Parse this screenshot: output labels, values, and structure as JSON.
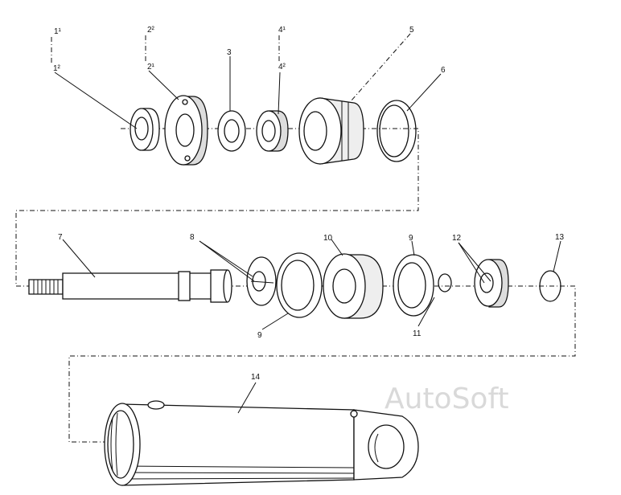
{
  "watermark": "AutoSoft",
  "labels": {
    "l1a": "1¹",
    "l1b": "1²",
    "l2a": "2²",
    "l2b": "2¹",
    "l3": "3",
    "l4a": "4¹",
    "l4b": "4²",
    "l5": "5",
    "l6": "6",
    "l7": "7",
    "l8": "8",
    "l9a": "9",
    "l9b": "9",
    "l10": "10",
    "l11": "11",
    "l12": "12",
    "l13": "13",
    "l14": "14"
  },
  "colors": {
    "ink": "#111111",
    "paper": "#ffffff",
    "watermark": "#d9d9d9"
  }
}
